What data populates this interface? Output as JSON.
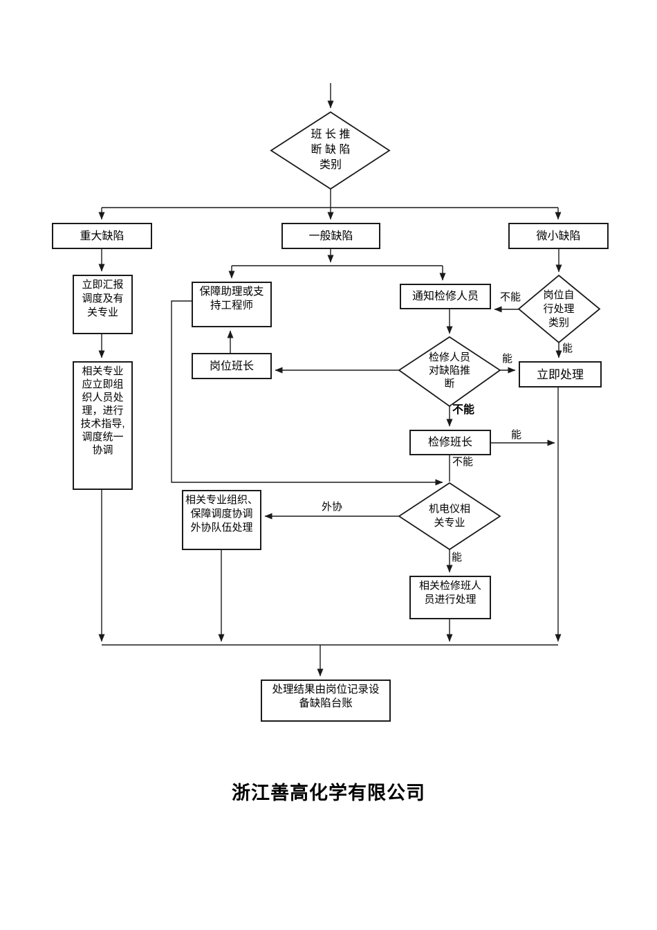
{
  "flowchart": {
    "nodes": {
      "start_decision": {
        "label": "班 长 推\n断 缺 陷\n类别",
        "type": "decision"
      },
      "major_defect": {
        "label": "重大缺陷",
        "type": "process"
      },
      "general_defect": {
        "label": "一般缺陷",
        "type": "process"
      },
      "minor_defect": {
        "label": "微小缺陷",
        "type": "process"
      },
      "report_dispatch": {
        "label": "立即汇报\n调度及有\n关专业",
        "type": "process"
      },
      "organize_handle": {
        "label": "相关专业\n应立即组\n织人员处\n理，进行\n技术指导,\n调度统一\n协调",
        "type": "process"
      },
      "support_engineer": {
        "label": "保障助理或支\n持工程师",
        "type": "process"
      },
      "post_foreman": {
        "label": "岗位班长",
        "type": "process"
      },
      "notify_repair": {
        "label": "通知检修人员",
        "type": "process"
      },
      "self_handle_judge": {
        "label": "岗位自\n行处理\n类别",
        "type": "decision"
      },
      "immediate_handle": {
        "label": "立即处理",
        "type": "process"
      },
      "repair_judge": {
        "label": "检修人员\n对缺陷推\n断",
        "type": "decision"
      },
      "repair_foreman": {
        "label": "检修班长",
        "type": "process"
      },
      "mech_specialty": {
        "label": "机电仪相\n关专业",
        "type": "decision"
      },
      "outsource_handle": {
        "label": "相关专业组织、\n保障调度协调\n外协队伍处理",
        "type": "process"
      },
      "repair_team": {
        "label": "相关检修班人\n员进行处理",
        "type": "process"
      },
      "record_ledger": {
        "label": "处理结果由岗位记录设\n备缺陷台账",
        "type": "process"
      }
    },
    "edge_labels": {
      "self_cannot": "不能",
      "self_can": "能",
      "repair_can": "能",
      "repair_cannot": "不能",
      "foreman_can": "能",
      "foreman_cannot": "不能",
      "outsource": "外协",
      "mech_can": "能"
    },
    "colors": {
      "line": "#1a1a1a",
      "background": "#ffffff",
      "text": "#000000"
    }
  },
  "footer": {
    "company_name": "浙江善高化学有限公司"
  }
}
